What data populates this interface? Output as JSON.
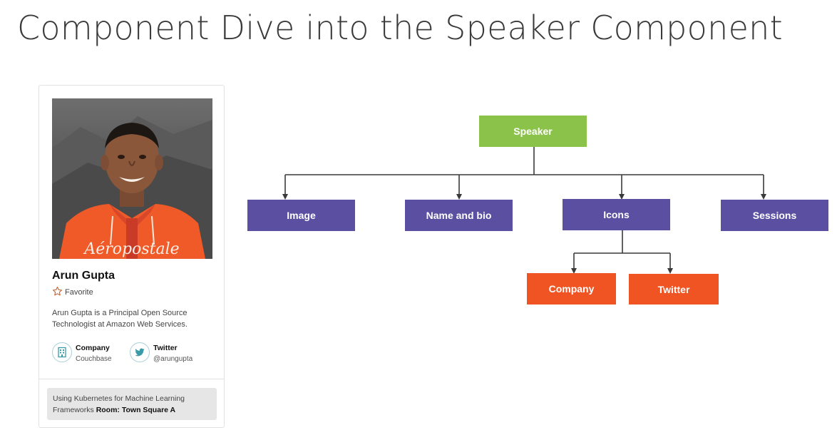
{
  "title": "Component Dive into the Speaker Component",
  "card": {
    "name": "Arun Gupta",
    "favorite_label": "Favorite",
    "bio": "Arun Gupta is a Principal Open Source Technologist at Amazon Web Services.",
    "company_label": "Company",
    "company_value": "Couchbase",
    "twitter_label": "Twitter",
    "twitter_value": "@arungupta",
    "session_text": "Using Kubernetes for Machine Learning Frameworks",
    "session_room_label": "Room: Town Square A",
    "photo_text": "Aéropostale"
  },
  "diagram": {
    "root": "Speaker",
    "children": [
      "Image",
      "Name and bio",
      "Icons",
      "Sessions"
    ],
    "icons_children": [
      "Company",
      "Twitter"
    ]
  },
  "colors": {
    "root": "#8bc34a",
    "children": "#5b4fa2",
    "grandchildren": "#f05423",
    "connector": "#3a3a3a"
  }
}
